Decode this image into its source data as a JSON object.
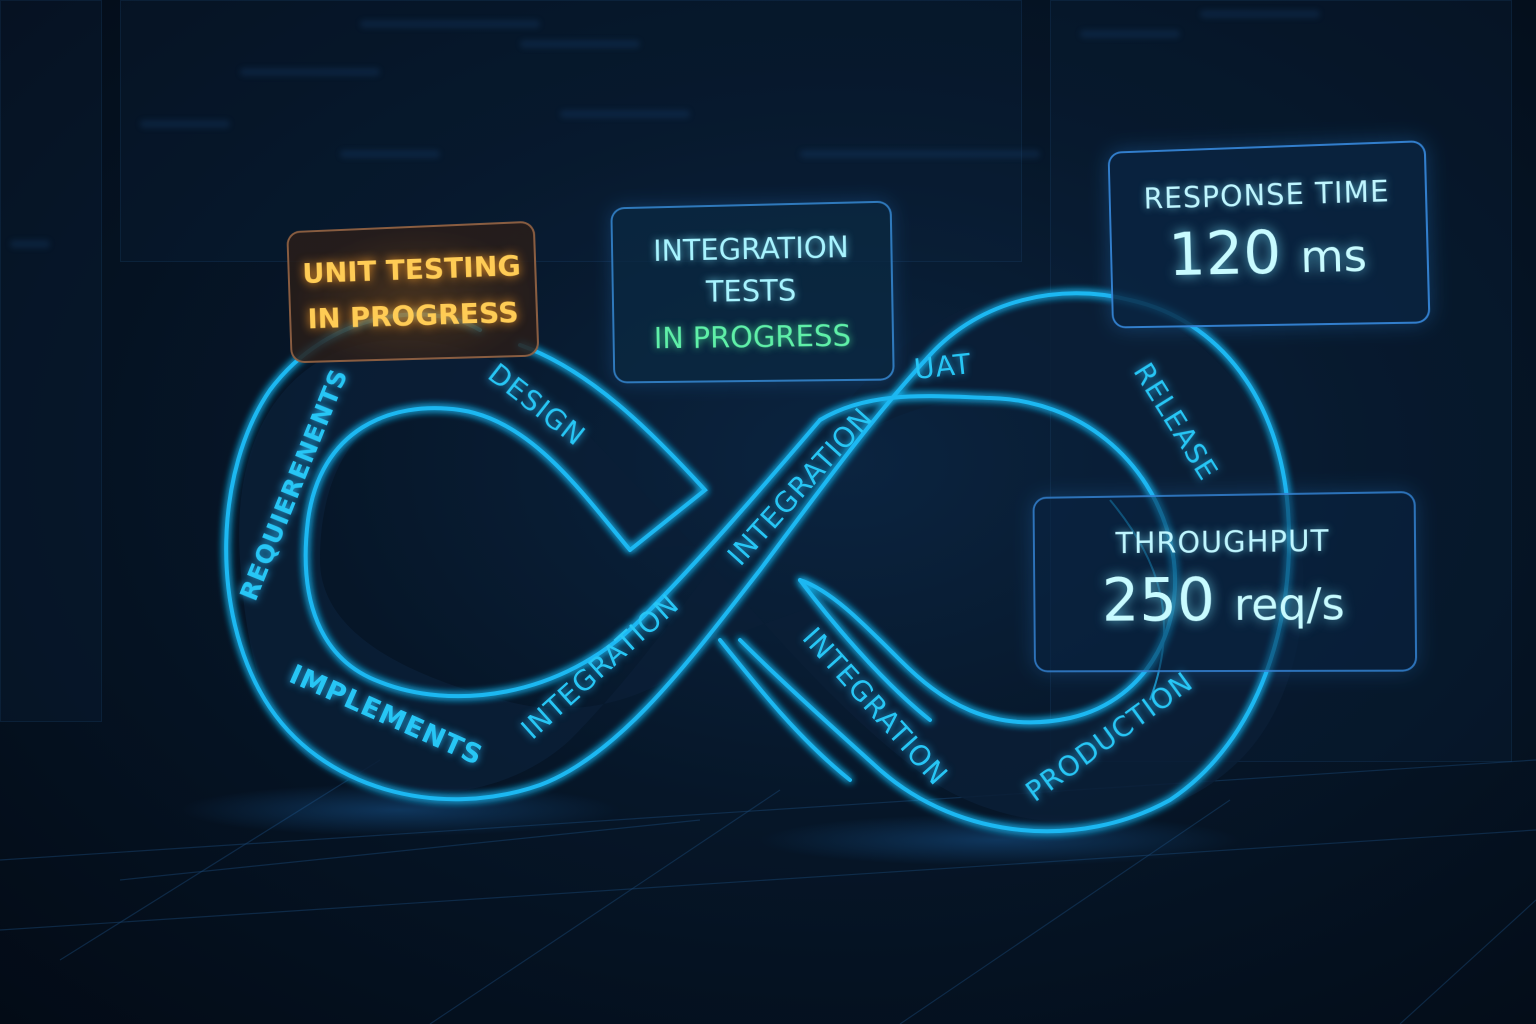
{
  "scene": {
    "title": "DevOps infinity loop lifecycle",
    "colors": {
      "background": "#061628",
      "loop_neon": "#1fb8f2",
      "stage_text": "#27c6f5",
      "unit_testing_text": "#ffcc55",
      "integration_title_text": "#a8f4ff",
      "integration_status_text": "#5ff0a8",
      "metric_text": "#c8fbff"
    }
  },
  "status_cards": {
    "unit_testing": {
      "line1": "UNIT TESTING",
      "line2": "IN PROGRESS"
    },
    "integration_tests": {
      "line1": "INTEGRATION",
      "line2": "TESTS",
      "line3": "IN PROGRESS"
    }
  },
  "metrics": {
    "response_time": {
      "label": "RESPONSE TIME",
      "value": "120",
      "unit": "ms"
    },
    "throughput": {
      "label": "THROUGHPUT",
      "value": "250",
      "unit": "req/s"
    }
  },
  "stages": [
    {
      "id": "requirements",
      "label": "REQUIERENENTS"
    },
    {
      "id": "design",
      "label": "DESIGN"
    },
    {
      "id": "implements",
      "label": "IMPLEMENTS"
    },
    {
      "id": "integration_lower_left",
      "label": "INTEGRATION"
    },
    {
      "id": "integration_center",
      "label": "INTEGRATION"
    },
    {
      "id": "uat",
      "label": "UAT"
    },
    {
      "id": "release",
      "label": "RELEASE"
    },
    {
      "id": "integration_lower_right",
      "label": "INTEGRATION"
    },
    {
      "id": "production",
      "label": "PRODUCTION"
    }
  ]
}
